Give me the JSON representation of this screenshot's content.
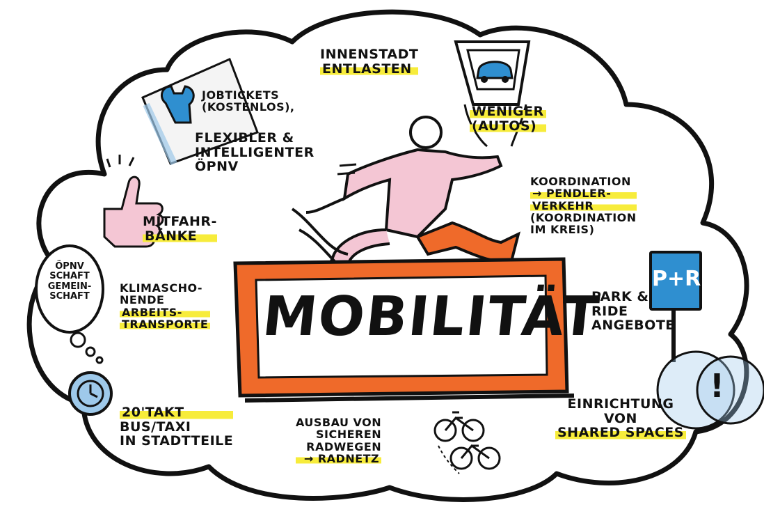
{
  "title": "MOBILITÄT",
  "notes": {
    "innenstadt": [
      "INNENSTADT",
      "ENTLASTEN"
    ],
    "weniger_autos": [
      "WENIGER",
      "(AUTOS)"
    ],
    "jobtickets": [
      "JOBTICKETS",
      "(KOSTENLOS),"
    ],
    "oepnv": [
      "FLEXIBLER &",
      "INTELLIGENTER",
      "ÖPNV"
    ],
    "koordination": [
      "KOORDINATION",
      "→ PENDLER-",
      "VERKEHR",
      "(KOORDINATION",
      "IM KREIS)"
    ],
    "mitfahr": [
      "MITFAHR-",
      "BÄNKE"
    ],
    "oepnv_schaft": [
      "ÖPNV",
      "SCHAFT",
      "GEMEIN-",
      "SCHAFT"
    ],
    "klima": [
      "KLIMASCHO-",
      "NENDE",
      "ARBEITS-",
      "TRANSPORTE"
    ],
    "park_ride": [
      "PARK &",
      "RIDE",
      "ANGEBOTE"
    ],
    "pr_sign": "P+R",
    "takt": [
      "20'TAKT",
      "BUS/TAXI",
      "IN STADTTEILE"
    ],
    "radwege": [
      "AUSBAU VON",
      "SICHEREN",
      "RADWEGEN",
      "→ RADNETZ"
    ],
    "shared": [
      "EINRICHTUNG",
      "VON",
      "SHARED SPACES"
    ],
    "exclaim": "!"
  },
  "colors": {
    "highlight": "#f7ec3b",
    "orange": "#ef6a2a",
    "blue": "#2f8fd0",
    "pink": "#f4c6d4",
    "ink": "#111111"
  },
  "icons": [
    "cloud-outline",
    "running-person-icon",
    "thumbs-up-icon",
    "clock-icon",
    "car-icon",
    "bicycle-icon",
    "document-icon",
    "wrench-icon",
    "parking-sign-icon",
    "exclamation-bubble-icon"
  ]
}
